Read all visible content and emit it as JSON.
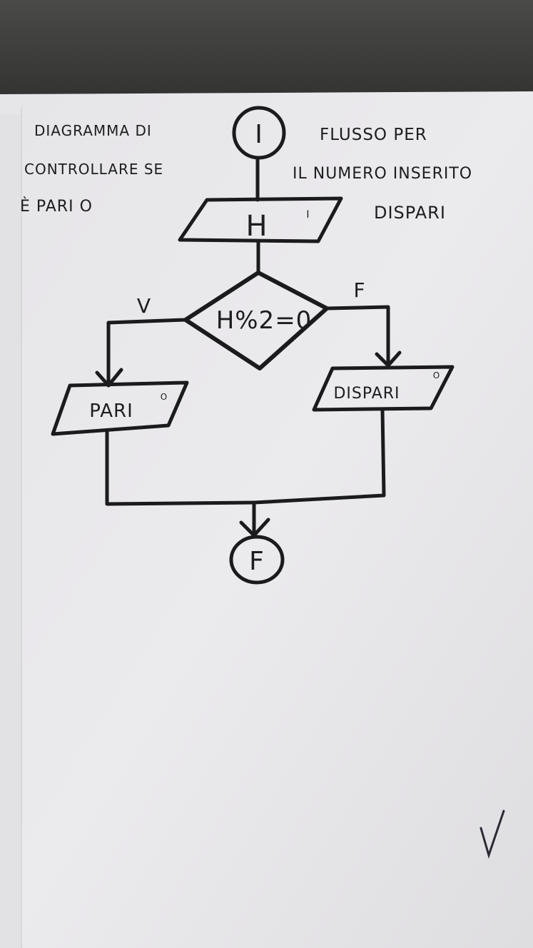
{
  "title": {
    "line1_left": "DIAGRAMMA DI",
    "line1_right": "FLUSSO PER",
    "line2_left": "CONTROLLARE SE",
    "line2_right": "IL NUMERO INSERITO",
    "line3_left": "È PARI O",
    "line3_right": "DISPARI"
  },
  "flowchart": {
    "start_label": "I",
    "input_label": "H",
    "input_marker": "I",
    "decision_label": "H%2=0",
    "true_branch_label": "V",
    "false_branch_label": "F",
    "output_true_label": "PARI",
    "output_true_marker": "O",
    "output_false_label": "DISPARI",
    "output_false_marker": "O",
    "end_label": "F"
  },
  "check_mark": "✓",
  "colors": {
    "paper": "#e7e6e9",
    "ink": "#1b1b1d",
    "background": "#3f3f3d"
  }
}
